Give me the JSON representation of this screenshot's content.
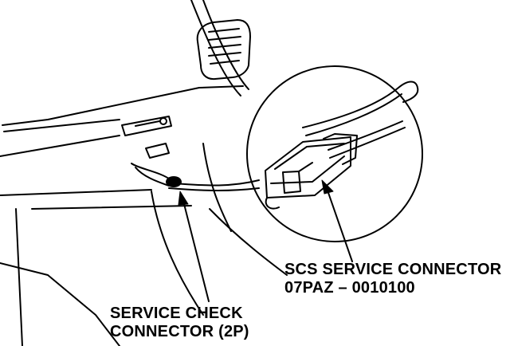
{
  "colors": {
    "ink": "#000000",
    "paper": "#ffffff"
  },
  "callouts": {
    "scs_connector": {
      "line1": "SCS SERVICE CONNECTOR",
      "line2": "07PAZ – 0010100"
    },
    "service_check_connector": {
      "line1": "SERVICE CHECK",
      "line2": "CONNECTOR (2P)"
    }
  }
}
